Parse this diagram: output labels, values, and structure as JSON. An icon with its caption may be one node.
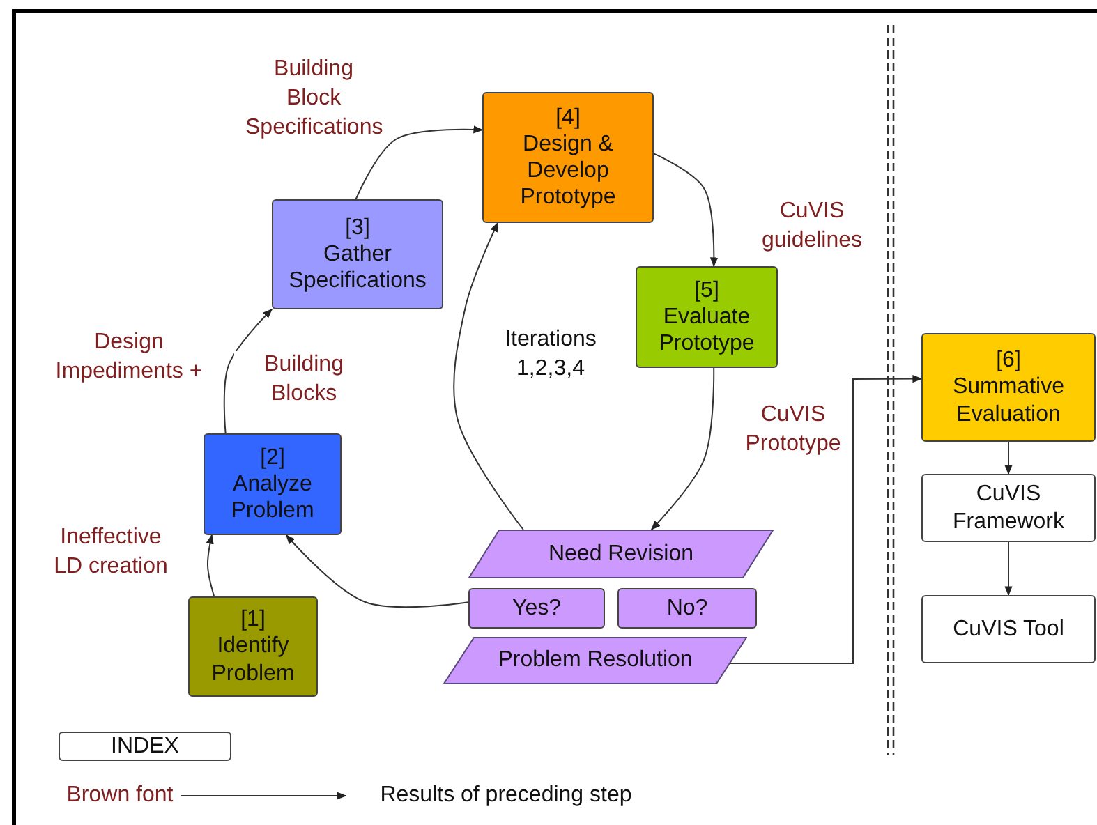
{
  "diagram": {
    "nodes": [
      {
        "text": [
          "[1]",
          "Identify Problem"
        ]
      },
      {
        "text": [
          "[2]",
          "Analyze Problem"
        ]
      },
      {
        "text": [
          "[3]",
          "Gather Specifications"
        ]
      },
      {
        "text": [
          "[4]",
          "Design & Develop Prototype"
        ]
      },
      {
        "text": [
          "[5]",
          "Evaluate Prototype"
        ]
      },
      {
        "text": [
          "Need Revision"
        ]
      },
      {
        "text": [
          "Yes?"
        ]
      },
      {
        "text": [
          "No?"
        ]
      },
      {
        "text": [
          "Problem Resolution"
        ]
      },
      {
        "text": [
          "[6]",
          "Summative Evaluation"
        ]
      },
      {
        "text": [
          "CuVIS Framework"
        ]
      },
      {
        "text": [
          "CuVIS Tool"
        ]
      },
      {
        "text": [
          "INDEX"
        ]
      },
      {
        "text": [
          "Brown font"
        ]
      },
      {
        "text": [
          "Results of preceding step"
        ]
      }
    ],
    "edges": [
      {
        "from": 0,
        "to": 1,
        "arrow": "to",
        "label": "Ineffective LD creation"
      },
      {
        "from": 1,
        "to": 2,
        "arrow": "to",
        "label": "Design Impediments +"
      },
      {
        "from": 2,
        "to": 3,
        "arrow": "to",
        "label": "Building Block Specifications"
      },
      {
        "from": 3,
        "to": 4,
        "arrow": "to",
        "label": "CuVIS guidelines"
      },
      {
        "from": 4,
        "to": 5,
        "arrow": "to",
        "label": "CuVIS Prototype"
      },
      {
        "from": 5,
        "to": 3,
        "arrow": "to",
        "label": "Iterations 1,2,3,4"
      },
      {
        "from": 6,
        "to": 1,
        "arrow": "to"
      },
      {
        "from": 8,
        "to": 9,
        "arrow": "to"
      },
      {
        "from": 9,
        "to": 10,
        "arrow": "to"
      },
      {
        "from": 10,
        "to": 11,
        "arrow": "to"
      },
      {
        "from": 13,
        "to": 14,
        "arrow": "to"
      }
    ],
    "labels": [
      "Building Blocks"
    ]
  }
}
